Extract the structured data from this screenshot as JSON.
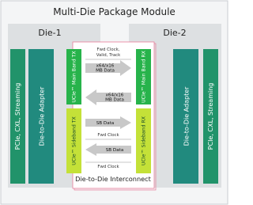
{
  "title": "Multi-Die Package Module",
  "dies": {
    "left": "Die-1",
    "right": "Die-2"
  },
  "protocol_layer": "PCIe, CXL, Streaming",
  "adapter": "Die-to-Die Adapter",
  "phy_blocks": {
    "mainband_tx": "UCIe™ Main Band TX",
    "mainband_rx": "UCIe™ Main Band RX",
    "sideband_tx": "UCIe™ Sideband TX",
    "sideband_rx": "UCIe™ Sideband RX"
  },
  "signals": {
    "fwd_clock_valid_track": [
      "Fwd Clock,",
      "Valid, Track"
    ],
    "mb_data_tx": [
      "x64/x16",
      "MB Data"
    ],
    "mb_data_rx": [
      "x64/x16",
      "MB Data"
    ],
    "sb_data_tx": "SB Data",
    "fwd_clock_1": "Fwd Clock",
    "sb_data_rx": "SB Data",
    "fwd_clock_2": "Fwd Clock"
  },
  "interconnect_label": "Die-to-Die Interconnect",
  "colors": {
    "die_panel": "#dde0e2",
    "protocol_block": "#21936a",
    "adapter_block": "#218a7e",
    "mainband_block": "#27b34b",
    "sideband_block": "#c4e138",
    "interconnect_border": "#e87c9a",
    "arrow": "#c8c8c8"
  }
}
